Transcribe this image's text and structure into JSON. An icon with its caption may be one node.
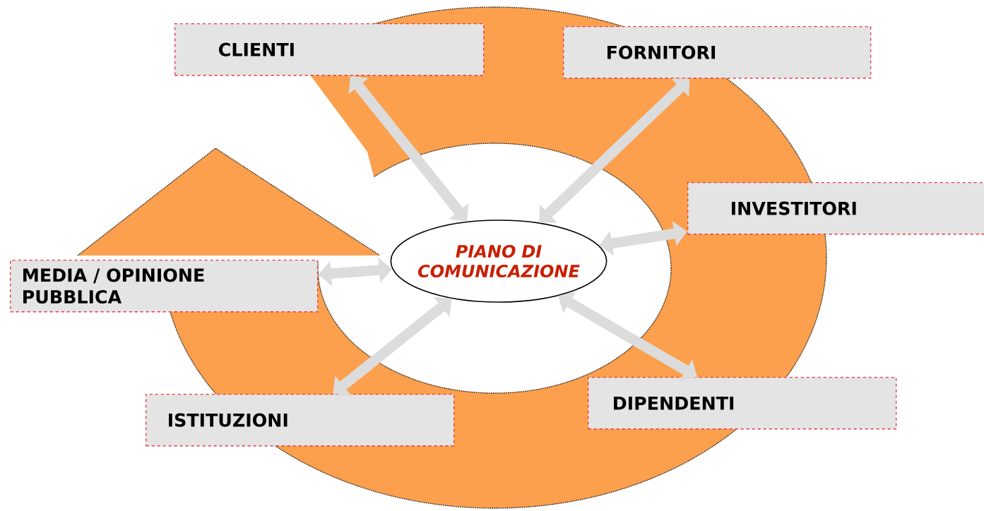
{
  "diagram": {
    "nodes": [
      {
        "text": [
          "PIANO DI COMUNICAZIONE"
        ]
      },
      {
        "text": [
          "CLIENTI"
        ]
      },
      {
        "text": [
          "FORNITORI"
        ]
      },
      {
        "text": [
          "INVESTITORI"
        ]
      },
      {
        "text": [
          "MEDIA / OPINIONE PUBBLICA"
        ]
      },
      {
        "text": [
          "ISTITUZIONI"
        ]
      },
      {
        "text": [
          "DIPENDENTI"
        ]
      }
    ],
    "edges": [
      {
        "from": 0,
        "to": 1,
        "arrow": "both"
      },
      {
        "from": 0,
        "to": 2,
        "arrow": "both"
      },
      {
        "from": 0,
        "to": 3,
        "arrow": "both"
      },
      {
        "from": 0,
        "to": 4,
        "arrow": "both"
      },
      {
        "from": 0,
        "to": 5,
        "arrow": "both"
      },
      {
        "from": 0,
        "to": 6,
        "arrow": "both"
      }
    ]
  }
}
